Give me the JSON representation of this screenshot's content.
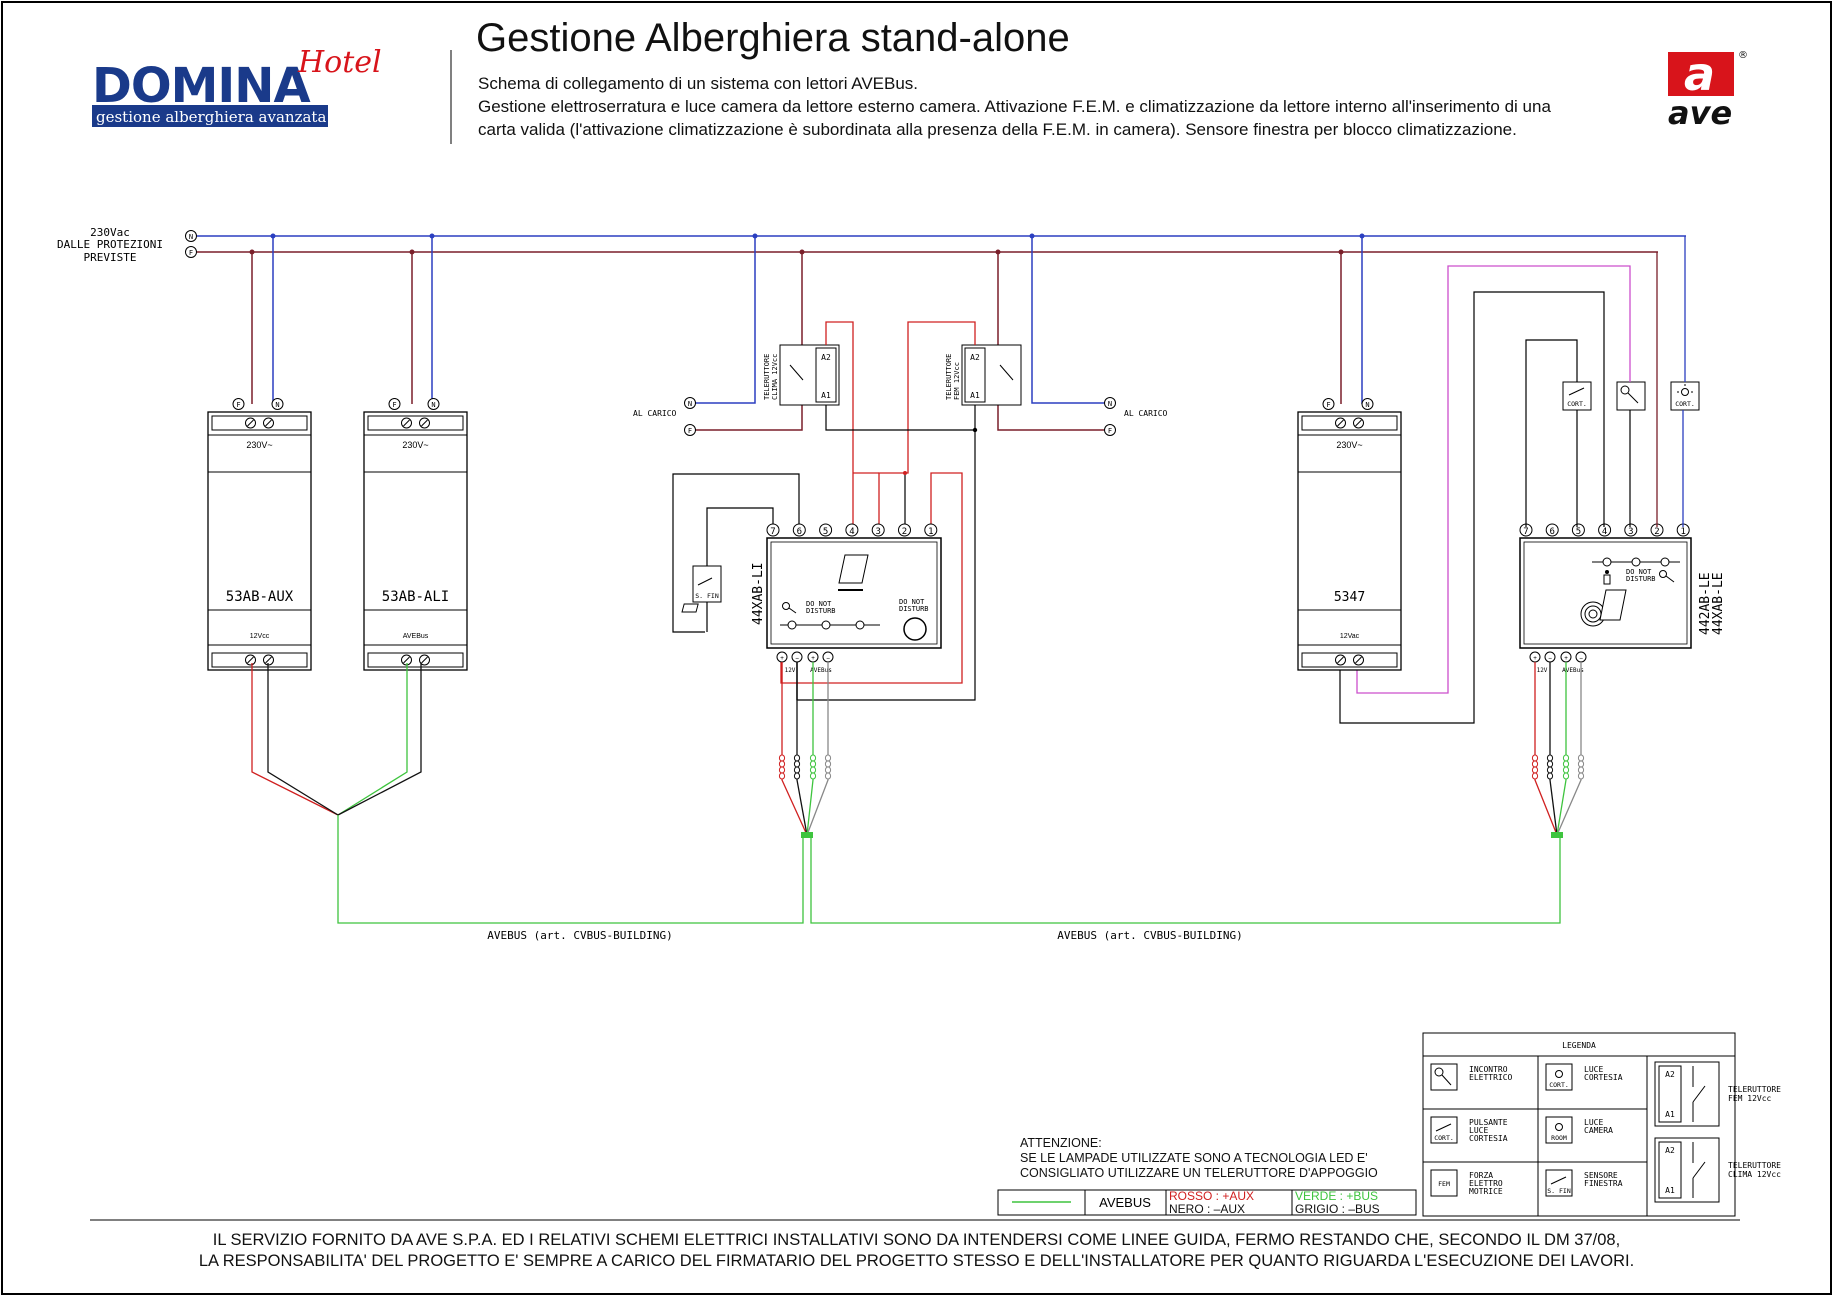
{
  "header": {
    "logo_brand": "DOMINA",
    "logo_script": "Hotel",
    "logo_tagline": "gestione alberghiera avanzata",
    "title": "Gestione Alberghiera stand-alone",
    "subtitle_lines": [
      "Schema di collegamento di un sistema con lettori AVEBus.",
      "Gestione elettroserratura e luce camera da lettore esterno camera. Attivazione F.E.M. e climatizzazione da lettore interno all'inserimento di una",
      "carta valida (l'attivazione climatizzazione è subordinata alla presenza della F.E.M. in camera). Sensore finestra per blocco climatizzazione."
    ],
    "ave_logo_mark": "a",
    "ave_logo_text": "ave",
    "ave_logo_reg": "®"
  },
  "mains": {
    "label_lines": [
      "230Vac",
      "DALLE PROTEZIONI",
      "PREVISTE"
    ],
    "n_label": "N",
    "f_label": "F"
  },
  "devices": {
    "aux": {
      "label": "53AB-AUX",
      "voltage": "230V~",
      "out_label": "12Vcc",
      "term_f": "F",
      "term_n": "N"
    },
    "ali": {
      "label": "53AB-ALI",
      "voltage": "230V~",
      "out_label": "AVEBus",
      "term_f": "F",
      "term_n": "N"
    },
    "psu": {
      "label": "5347",
      "voltage": "230V~",
      "out_label": "12Vac",
      "term_f": "F",
      "term_n": "N"
    },
    "reader_int": {
      "label": "44XAB-LI",
      "terminals": [
        "7",
        "6",
        "5",
        "4",
        "3",
        "2",
        "1"
      ],
      "dnd1": "DO NOT\nDISTURB",
      "dnd2": "DO NOT\nDISTURB",
      "bottom_labels": [
        "12V",
        "AVEBus"
      ]
    },
    "reader_ext": {
      "label1": "442AB-LE",
      "label2": "44XAB-LE",
      "terminals": [
        "7",
        "6",
        "5",
        "4",
        "3",
        "2",
        "1"
      ],
      "dnd": "DO NOT\nDISTURB",
      "bottom_labels": [
        "12V",
        "AVEBus"
      ]
    },
    "contactor_clima": {
      "label_lines": [
        "TELERUTTORE",
        "CLIMA 12Vcc"
      ],
      "a2": "A2",
      "a1": "A1",
      "load": "AL CARICO",
      "n": "N",
      "f": "F"
    },
    "contactor_fem": {
      "label_lines": [
        "TELERUTTORE",
        "FEM 12Vcc"
      ],
      "a2": "A2",
      "a1": "A1",
      "load": "AL CARICO",
      "n": "N",
      "f": "F"
    },
    "sensor": {
      "label": "S. FIN"
    },
    "button_cort": {
      "label": "CORT."
    },
    "light_cort": {
      "label": "CORT."
    }
  },
  "bus_labels": [
    "AVEBUS (art. CVBUS-BUILDING)",
    "AVEBUS (art. CVBUS-BUILDING)"
  ],
  "legend": {
    "title": "LEGENDA",
    "items": [
      {
        "icon": "key-icon",
        "text": "INCONTRO\nELETTRICO"
      },
      {
        "icon": "light-icon",
        "tag": "CORT.",
        "text": "LUCE\nCORTESIA"
      },
      {
        "icon": "button-icon",
        "tag": "CORT.",
        "text": "PULSANTE\nLUCE\nCORTESIA"
      },
      {
        "icon": "light-icon",
        "tag": "ROOM",
        "text": "LUCE\nCAMERA"
      },
      {
        "icon": "fem-icon",
        "tag": "FEM",
        "text": "FORZA\nELETTRO\nMOTRICE"
      },
      {
        "icon": "switch-icon",
        "tag": "S. FIN",
        "text": "SENSORE\nFINESTRA"
      }
    ],
    "contactors": [
      {
        "a2": "A2",
        "a1": "A1",
        "text": "TELERUTTORE\nFEM 12Vcc"
      },
      {
        "a2": "A2",
        "a1": "A1",
        "text": "TELERUTTORE\nCLIMA 12Vcc"
      }
    ]
  },
  "attention": {
    "lines": [
      "ATTENZIONE:",
      "SE LE LAMPADE UTILIZZATE SONO A TECNOLOGIA LED E'",
      "CONSIGLIATO UTILIZZARE UN TELERUTTORE D'APPOGGIO"
    ]
  },
  "cable_legend": {
    "avebus": "AVEBUS",
    "rosso": "ROSSO : +AUX",
    "nero": "NERO   :  –AUX",
    "verde": "VERDE : +BUS",
    "grigio": "GRIGIO :  –BUS"
  },
  "footer": {
    "lines": [
      "IL SERVIZIO FORNITO DA AVE S.P.A. ED I RELATIVI SCHEMI ELETTRICI INSTALLATIVI SONO DA INTENDERSI COME LINEE GUIDA, FERMO RESTANDO CHE, SECONDO IL DM 37/08,",
      "LA RESPONSABILITA' DEL PROGETTO E' SEMPRE A CARICO DEL FIRMATARIO DEL PROGETTO STESSO E DELL'INSTALLATORE PER QUANTO RIGUARDA L'ESECUZIONE DEI LAVORI."
    ]
  },
  "colors": {
    "neutral_wire": "#2b3fc0",
    "phase_wire": "#7a1f2a",
    "red_wire": "#d02020",
    "black_wire": "#111111",
    "green_wire": "#3ec43e",
    "grey_wire": "#888888",
    "magenta_wire": "#cc4fcc",
    "ave_red": "#d8141b",
    "domina_blue": "#1a3a8a"
  }
}
